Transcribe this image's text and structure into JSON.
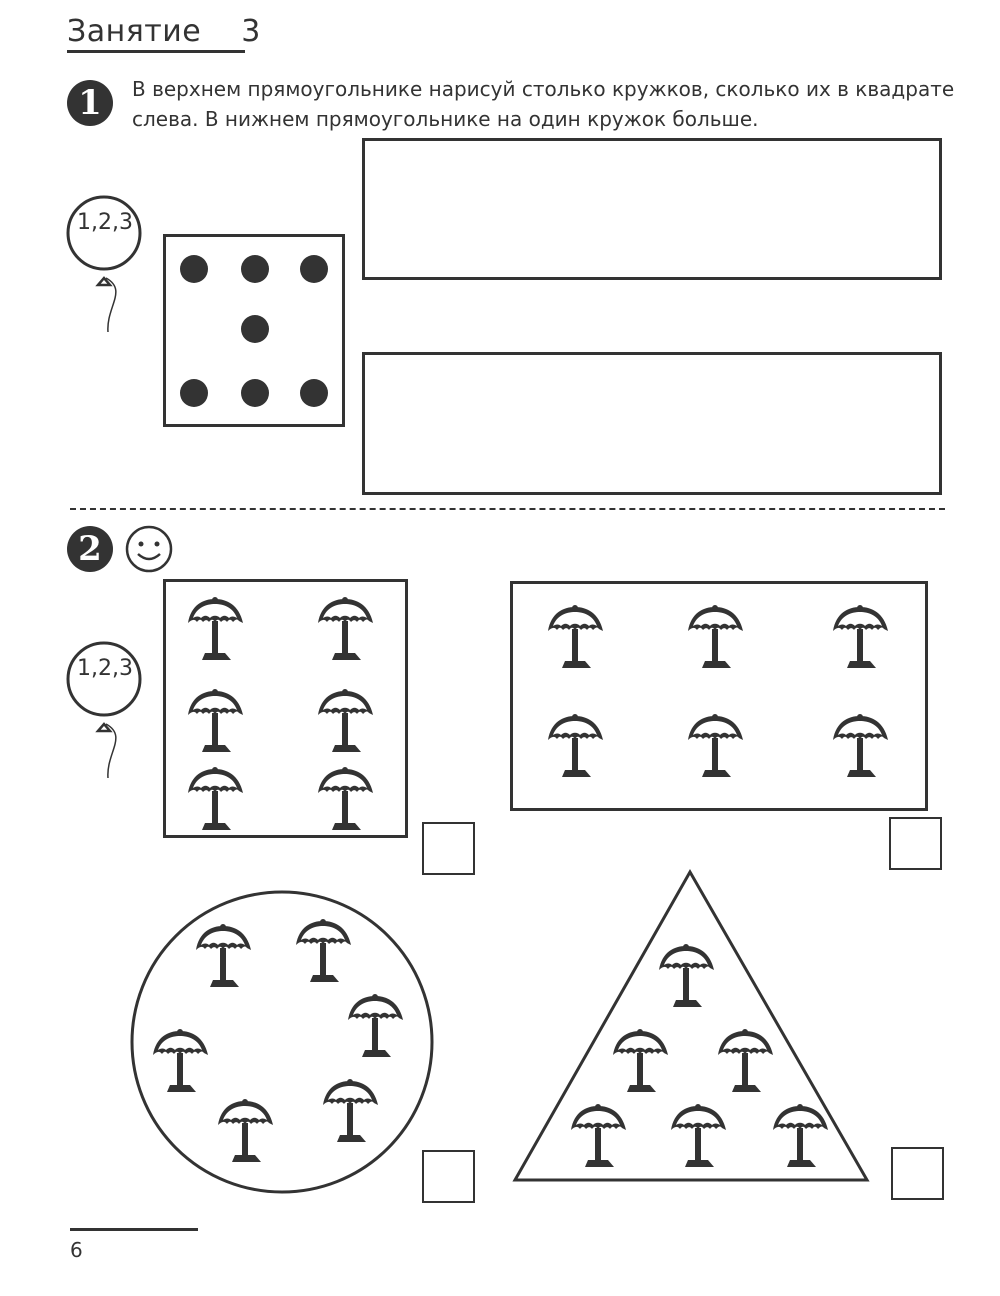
{
  "header": {
    "title": "Занятие",
    "number": "3"
  },
  "task1": {
    "badge": "1",
    "text": "В верхнем прямоугольнике нарисуй столько кружков, сколько их в квадрате слева. В нижнем прямоугольнике на один кружок больше.",
    "balloon_label": "1,2,3",
    "dot_count": 7
  },
  "task2": {
    "badge": "2",
    "balloon_label": "1,2,3",
    "groups": [
      {
        "shape": "square",
        "umbrellas": 6
      },
      {
        "shape": "rectangle",
        "umbrellas": 6
      },
      {
        "shape": "circle",
        "umbrellas": 6
      },
      {
        "shape": "triangle",
        "umbrellas": 6
      }
    ]
  },
  "footer": {
    "page_number": "6"
  },
  "colors": {
    "ink": "#333333",
    "paper": "#ffffff"
  }
}
